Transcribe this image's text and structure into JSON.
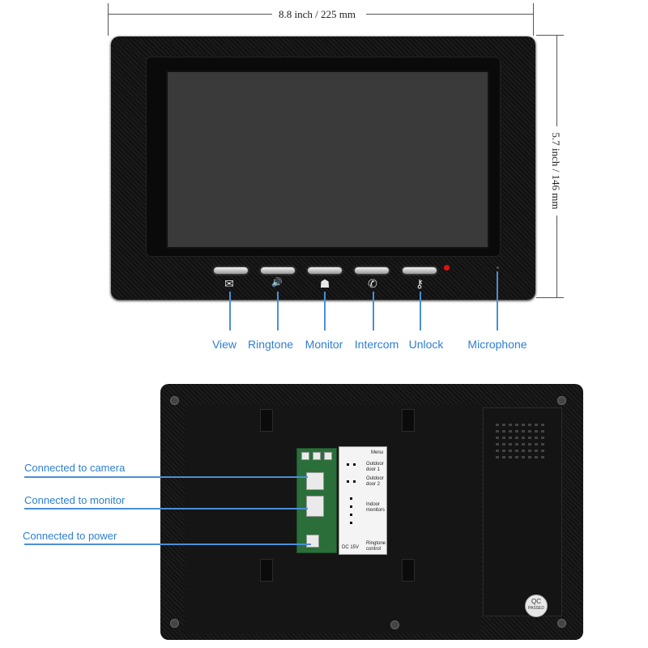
{
  "dimensions": {
    "width": "8.8 inch / 225 mm",
    "height": "5.7 inch / 146 mm"
  },
  "front_buttons": [
    {
      "label": "View",
      "icon": "envelope-icon",
      "glyph": "✉"
    },
    {
      "label": "Ringtone",
      "icon": "speaker-icon",
      "glyph": "🔊"
    },
    {
      "label": "Monitor",
      "icon": "camera-icon",
      "glyph": "☗"
    },
    {
      "label": "Intercom",
      "icon": "handset-icon",
      "glyph": "✆"
    },
    {
      "label": "Unlock",
      "icon": "key-icon",
      "glyph": "⚷"
    }
  ],
  "microphone_label": "Microphone",
  "back_connections": [
    {
      "label": "Connected to camera"
    },
    {
      "label": "Connected to monitor"
    },
    {
      "label": "Connected to power"
    }
  ],
  "pcb_label": {
    "menu": "Menu",
    "outdoor1": "Outdoor door 1",
    "outdoor2": "Outdoor door 2",
    "indoor": "Indoor monitors",
    "dc": "DC 15V",
    "ringtone": "Ringtone control"
  },
  "qc": {
    "line1": "QC",
    "line2": "PASSED"
  },
  "colors": {
    "label": "#2e7fd0",
    "callout": "#4a8fd6",
    "led": "#e01010"
  }
}
